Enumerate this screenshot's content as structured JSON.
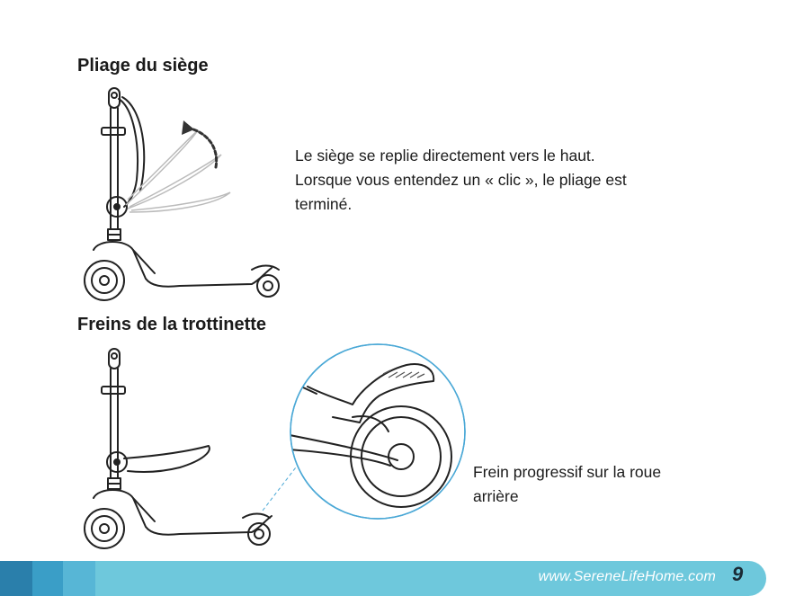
{
  "section_fold": {
    "heading": "Pliage du siège",
    "lines": [
      "Le siège se replie directement vers le haut.",
      "Lorsque vous entendez un « clic », le pliage est",
      "terminé."
    ]
  },
  "section_brake": {
    "heading": "Freins de la trottinette",
    "lines": [
      "Frein progressif sur la roue",
      "arrière"
    ]
  },
  "footer": {
    "url": "www.SereneLifeHome.com",
    "page_number": "9",
    "colors": {
      "band_dark": "#2a7fab",
      "band_mid": "#3a9ec7",
      "band_light": "#57b6d6",
      "band_main": "#6ec8dc"
    }
  }
}
